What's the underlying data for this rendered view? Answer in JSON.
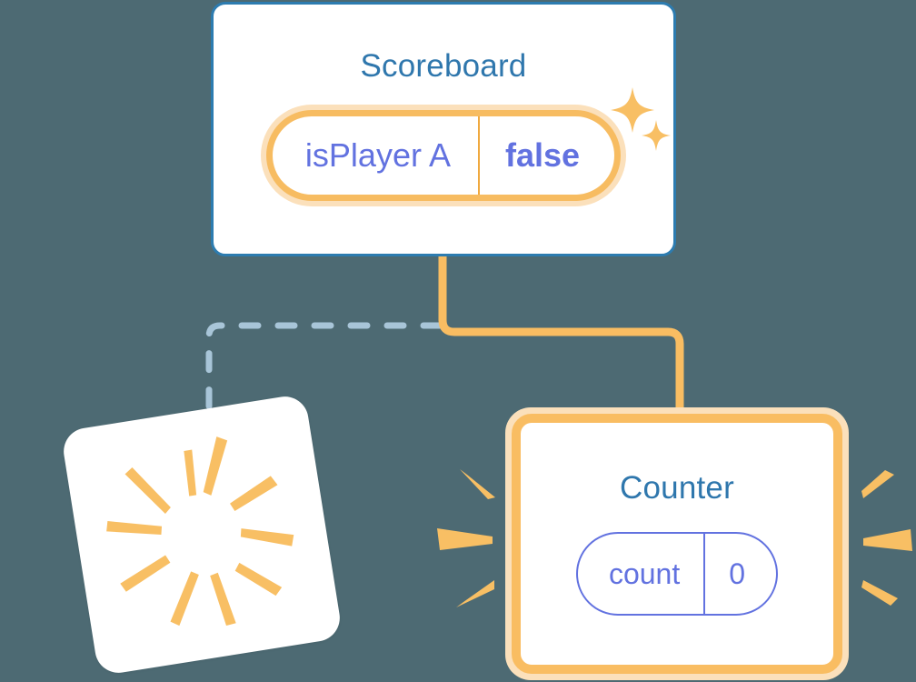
{
  "theme": {
    "background": "#4d6a73",
    "card_background": "#ffffff",
    "scoreboard_border": "#2d7cb0",
    "counter_border_outer": "#fbe0bb",
    "counter_border_inner": "#f9bd62",
    "title_color": "#2f77ad",
    "property_text_color": "#6272e0",
    "highlight_orange": "#f7bc61",
    "highlight_orange_soft": "#fbe0bb",
    "dashed_line_color": "#a8c5d8",
    "burst_ray_color": "#f8bf64"
  },
  "diagram": {
    "components": [
      {
        "id": "scoreboard",
        "title": "Scoreboard",
        "highlighted": false,
        "properties": [
          {
            "key": "isPlayer A",
            "value": "false",
            "highlighted": true
          }
        ]
      },
      {
        "id": "counter",
        "title": "Counter",
        "highlighted": true,
        "properties": [
          {
            "key": "count",
            "value": "0",
            "highlighted": false
          }
        ]
      },
      {
        "id": "blank-card",
        "title": "",
        "highlighted": false,
        "properties": []
      }
    ],
    "connectors": [
      {
        "id": "scoreboard-to-counter",
        "style": "solid",
        "color": "#f9bd62",
        "from": "scoreboard",
        "to": "counter"
      },
      {
        "id": "scoreboard-to-blank-card",
        "style": "dashed",
        "color": "#a8c5d8",
        "from": "scoreboard",
        "to": "blank-card"
      }
    ],
    "decorations": [
      {
        "id": "sparkle-large",
        "icon": "sparkle-icon"
      },
      {
        "id": "sparkle-small",
        "icon": "sparkle-icon"
      },
      {
        "id": "burst-blank-card",
        "icon": "burst-rays-icon",
        "ray_count": 10
      },
      {
        "id": "burst-counter-left",
        "icon": "burst-rays-icon",
        "ray_count": 3
      },
      {
        "id": "burst-counter-right",
        "icon": "burst-rays-icon",
        "ray_count": 3
      }
    ]
  }
}
